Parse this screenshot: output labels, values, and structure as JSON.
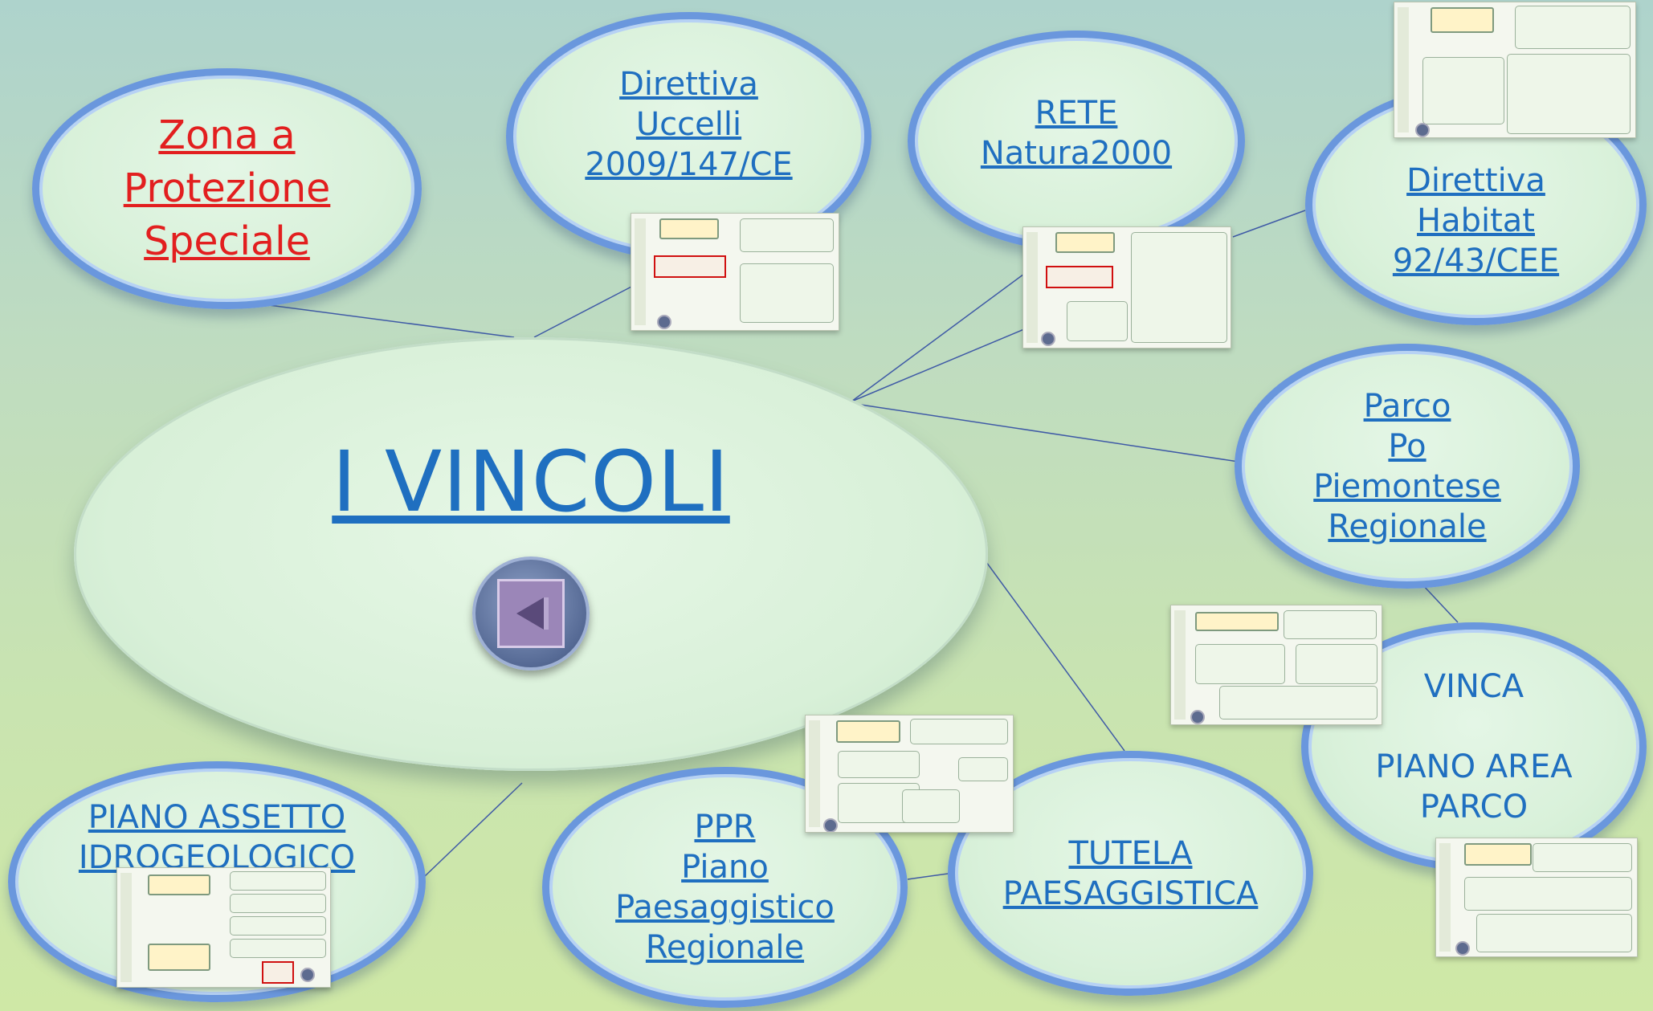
{
  "center": {
    "title": "I VINCOLI",
    "back_icon": "back-arrow-icon"
  },
  "nodes": {
    "zps": {
      "lines": [
        "Zona a",
        "Protezione",
        "Speciale"
      ],
      "color": "#e21f1f"
    },
    "uccelli": {
      "lines": [
        "Direttiva",
        "Uccelli",
        "2009/147/CE"
      ]
    },
    "natura2000": {
      "lines": [
        "RETE",
        "Natura2000"
      ]
    },
    "habitat": {
      "lines": [
        "Direttiva",
        "Habitat",
        "92/43/CEE"
      ]
    },
    "parco_po": {
      "lines": [
        "Parco",
        "Po",
        "Piemontese",
        "Regionale"
      ]
    },
    "vinca": {
      "lines": [
        "VINCA",
        "",
        "PIANO AREA",
        "PARCO"
      ]
    },
    "tutela": {
      "lines": [
        "TUTELA",
        "PAESAGGISTICA"
      ]
    },
    "ppr": {
      "lines": [
        "PPR",
        "Piano",
        "Paesaggistico",
        "Regionale"
      ]
    },
    "pai": {
      "lines": [
        "PIANO ASSETTO",
        "IDROGEOLOGICO"
      ]
    }
  },
  "colors": {
    "link": "#1f6fc0",
    "red_link": "#e21f1f",
    "border": "#6a97dd",
    "connector": "#3f5aa6"
  }
}
